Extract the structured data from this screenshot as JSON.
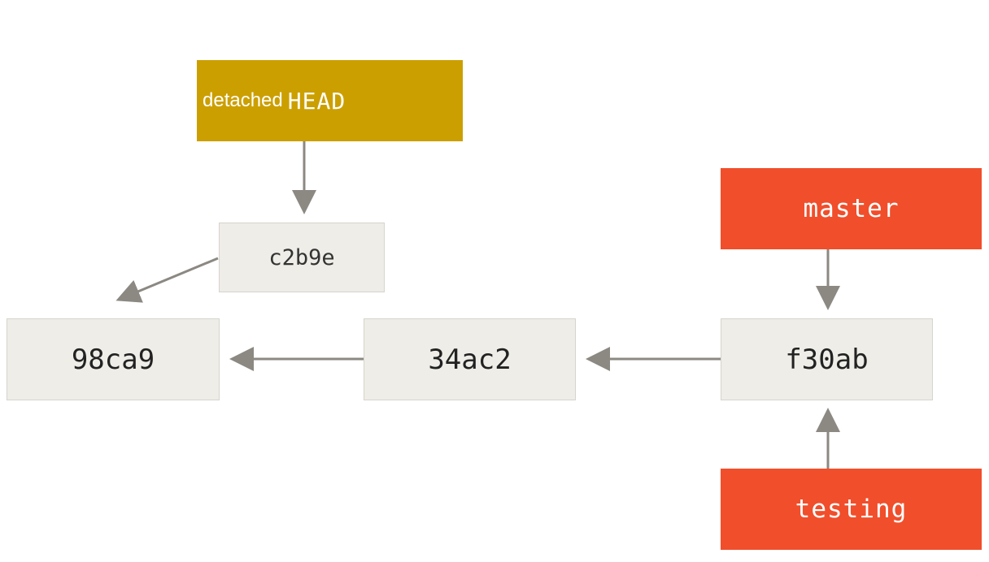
{
  "head_ref": {
    "prefix": "detached",
    "name": "HEAD",
    "color": "#cc9f00"
  },
  "branches": {
    "master": "master",
    "testing": "testing",
    "color": "#f14e2b"
  },
  "commits": {
    "c1": "98ca9",
    "c2": "34ac2",
    "c3": "f30ab",
    "c4": "c2b9e"
  },
  "colors": {
    "commit_fill": "#eeede7",
    "arrow": "#8c8882"
  }
}
